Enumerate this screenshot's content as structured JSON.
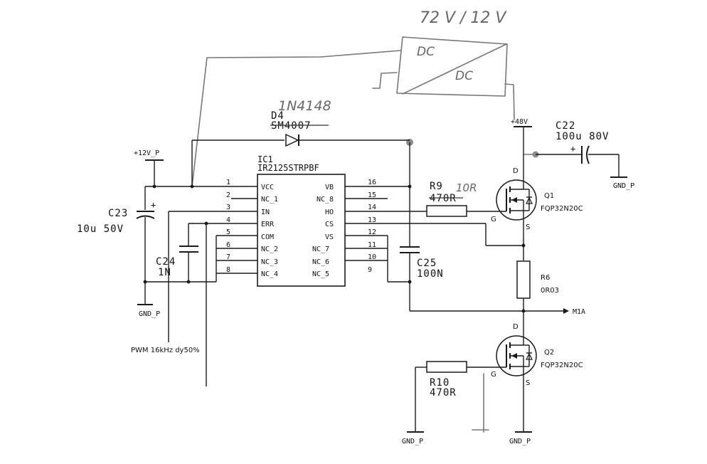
{
  "handwritten": {
    "voltage_note": "72 V / 12 V",
    "dc_top": "DC",
    "dc_bottom": "DC",
    "diode_note": "1N4148",
    "r9_note": "10R"
  },
  "ic": {
    "ref": "IC1",
    "part": "IR2125STRPBF",
    "left_pins": [
      {
        "num": "1",
        "name": "VCC"
      },
      {
        "num": "2",
        "name": "NC_1"
      },
      {
        "num": "3",
        "name": "IN"
      },
      {
        "num": "4",
        "name": "ERR"
      },
      {
        "num": "5",
        "name": "COM"
      },
      {
        "num": "6",
        "name": "NC_2"
      },
      {
        "num": "7",
        "name": "NC_3"
      },
      {
        "num": "8",
        "name": "NC_4"
      }
    ],
    "right_pins": [
      {
        "num": "16",
        "name": "VB"
      },
      {
        "num": "15",
        "name": "NC_8"
      },
      {
        "num": "14",
        "name": "HO"
      },
      {
        "num": "13",
        "name": "CS"
      },
      {
        "num": "12",
        "name": "VS"
      },
      {
        "num": "11",
        "name": "NC_7"
      },
      {
        "num": "10",
        "name": "NC_6"
      },
      {
        "num": "9",
        "name": "NC_5"
      }
    ]
  },
  "nets": {
    "plus12": "+12V_P",
    "plus48": "+48V",
    "gnd": "GND_P",
    "m1a": "M1A"
  },
  "components": {
    "d4_ref": "D4",
    "d4_part": "SM4007",
    "c22_ref": "C22",
    "c22_value": "100u 80V",
    "c23_ref": "C23",
    "c23_value": "10u 50V",
    "c24_ref": "C24",
    "c24_value": "1N",
    "c25_ref": "C25",
    "c25_value": "100N",
    "r9_ref": "R9",
    "r9_value": "470R",
    "r6_ref": "R6",
    "r6_value": "0R03",
    "r10_ref": "R10",
    "r10_value": "470R",
    "q1_ref": "Q1",
    "q1_part": "FQP32N20C",
    "q2_ref": "Q2",
    "q2_part": "FQP32N20C",
    "drain": "D",
    "source": "S",
    "gate": "G",
    "plus_sign": "+"
  },
  "notes": {
    "pwm": "PWM 16kHz dy50%"
  }
}
